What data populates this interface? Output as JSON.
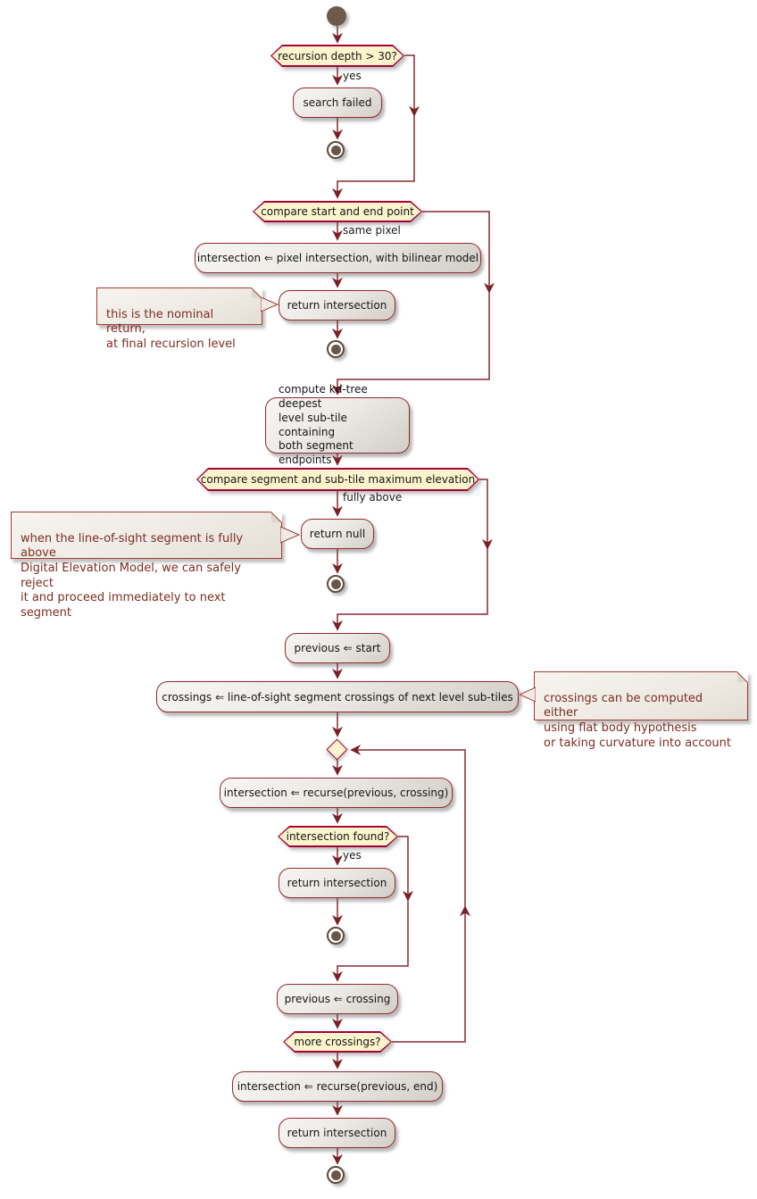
{
  "colors": {
    "line": "#872a2e",
    "arrowhead": "#7b2025",
    "decision_border": "#a80036",
    "decision_fill": "#fcf4cd",
    "activity_border": "#93292e",
    "note_border": "#a53a31",
    "note_text": "#7c2d21",
    "start_fill": "#6e5a4a",
    "background": "#ffffff"
  },
  "nodes": {
    "d_recursion": "recursion depth > 30?",
    "a_search_failed": "search failed",
    "d_compare_points": "compare start and end point",
    "a_pixel_intersection": "intersection ⇐ pixel intersection, with bilinear model",
    "a_return_intersection_1": "return intersection",
    "a_compute_kdtree": "compute kd-tree deepest\nlevel sub-tile containing\nboth segment endpoints",
    "d_compare_elevation": "compare segment and sub-tile maximum elevation",
    "a_return_null": "return null",
    "a_previous_start": "previous ⇐ start",
    "a_crossings": "crossings ⇐ line-of-sight segment crossings of next level sub-tiles",
    "a_recurse_crossing": "intersection ⇐ recurse(previous, crossing)",
    "d_intersection_found": "intersection found?",
    "a_return_intersection_2": "return intersection",
    "a_previous_crossing": "previous ⇐ crossing",
    "d_more_crossings": "more crossings?",
    "a_recurse_end": "intersection ⇐ recurse(previous, end)",
    "a_return_intersection_3": "return intersection"
  },
  "edge_labels": {
    "yes_1": "yes",
    "same_pixel": "same pixel",
    "fully_above": "fully above",
    "yes_2": "yes"
  },
  "notes": {
    "nominal_return": "this is the nominal return,\nat final recursion level",
    "reject_segment": "when the line-of-sight segment is fully above\nDigital Elevation Model, we can safely reject\nit and proceed immediately to next segment",
    "crossings_computation": "crossings can be computed either\nusing flat body hypothesis\nor taking curvature into account"
  }
}
